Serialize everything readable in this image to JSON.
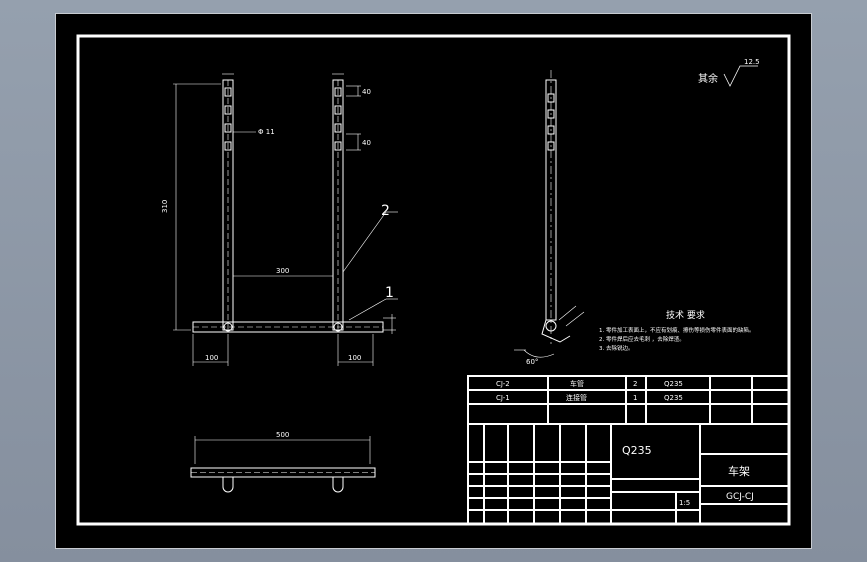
{
  "drawing": {
    "callouts": [
      "1",
      "2"
    ],
    "dims": {
      "height": "310",
      "spacing": "300",
      "left_offset": "100",
      "right_offset": "100",
      "bottom_width": "500",
      "hole": "Φ  11",
      "pitch_top": "40",
      "pitch_bottom": "40",
      "angle": "60°"
    },
    "surface_finish": {
      "label": "其余",
      "value": "12.5"
    },
    "tech_requirements": {
      "title": "技术 要求",
      "line1": "1. 零件加工表面上，不应有划痕、擦伤等损伤零件表面的缺陷。",
      "line2": "2. 零件焊后应去毛刺 ，去除焊渣。",
      "line3": "3. 去除锐边。"
    }
  },
  "title_block": {
    "parts": [
      {
        "code": "CJ-2",
        "name": "车管",
        "qty": "2",
        "material": "Q235"
      },
      {
        "code": "CJ-1",
        "name": "连接管",
        "qty": "1",
        "material": "Q235"
      }
    ],
    "material_big": "Q235",
    "part_name": "车架",
    "drawing_no": "GCJ-CJ",
    "scale": "1:5"
  },
  "colors": {
    "background": "#8d97a6",
    "sheet": "#000000",
    "line": "#ffffff"
  }
}
